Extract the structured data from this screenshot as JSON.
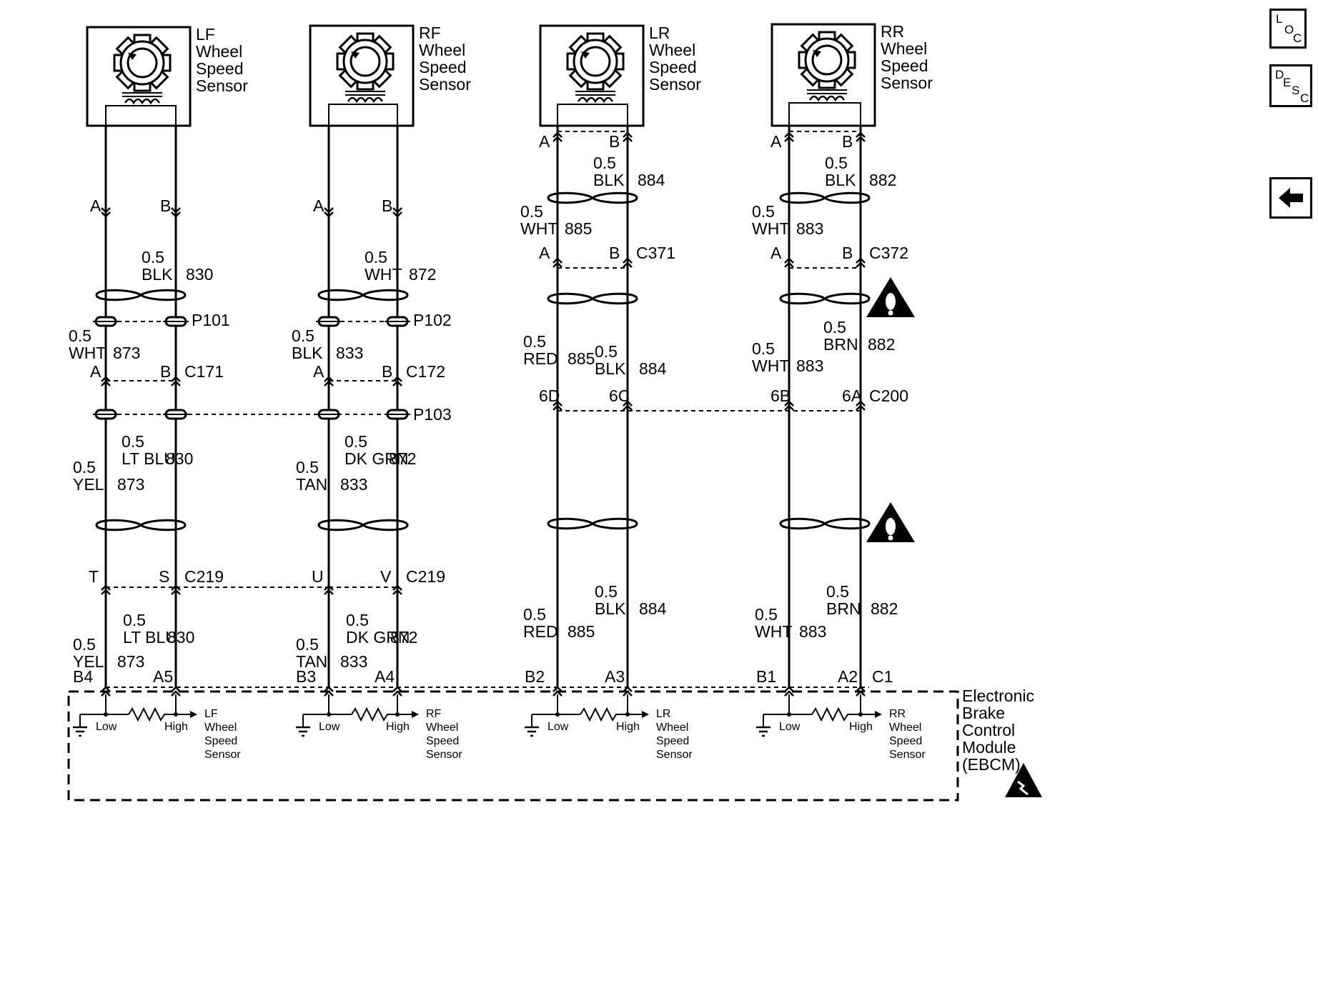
{
  "nav": {
    "loc": [
      "L",
      "O",
      "C"
    ],
    "desc": [
      "D",
      "E",
      "S",
      "C"
    ],
    "back_icon": "left-arrow-icon"
  },
  "sensors": [
    {
      "title": [
        "LF",
        "Wheel",
        "Speed",
        "Sensor"
      ],
      "sensor_pins": [
        "A",
        "B"
      ],
      "sensor_connector": "",
      "pair1": {
        "left": [
          "0.5",
          "BLK",
          "830"
        ],
        "right": []
      },
      "splice": "P101",
      "pair2": {
        "left": [
          "0.5",
          "WHT",
          "873"
        ],
        "right": []
      },
      "conn_a": {
        "left": "A",
        "right": "B",
        "name": "C171"
      },
      "splice2": "P103",
      "pair3": {
        "left": [
          "0.5",
          "LT BLU",
          "830"
        ],
        "right": [
          "0.5",
          "YEL",
          "873"
        ]
      },
      "conn_b": {
        "left": "T",
        "right": "S",
        "name": "C219"
      },
      "pair4": {
        "left": [
          "0.5",
          "LT BLU",
          "830"
        ],
        "right": [
          "0.5",
          "YEL",
          "873"
        ]
      },
      "ebcm_pins": [
        "B4",
        "A5"
      ],
      "module_label": [
        "LF",
        "Wheel",
        "Speed",
        "Sensor"
      ]
    },
    {
      "title": [
        "RF",
        "Wheel",
        "Speed",
        "Sensor"
      ],
      "sensor_pins": [
        "A",
        "B"
      ],
      "sensor_connector": "",
      "pair1": {
        "left": [
          "0.5",
          "WHT",
          "872"
        ],
        "right": []
      },
      "splice": "P102",
      "pair2": {
        "left": [
          "0.5",
          "BLK",
          "833"
        ],
        "right": []
      },
      "conn_a": {
        "left": "A",
        "right": "B",
        "name": "C172"
      },
      "splice2": "P103",
      "pair3": {
        "left": [
          "0.5",
          "DK GRN",
          "872"
        ],
        "right": [
          "0.5",
          "TAN",
          "833"
        ]
      },
      "conn_b": {
        "left": "U",
        "right": "V",
        "name": "C219"
      },
      "pair4": {
        "left": [
          "0.5",
          "DK GRN",
          "872"
        ],
        "right": [
          "0.5",
          "TAN",
          "833"
        ]
      },
      "ebcm_pins": [
        "B3",
        "A4"
      ],
      "module_label": [
        "RF",
        "Wheel",
        "Speed",
        "Sensor"
      ]
    },
    {
      "title": [
        "LR",
        "Wheel",
        "Speed",
        "Sensor"
      ],
      "sensor_pins": [
        "A",
        "B"
      ],
      "pair1": {
        "left": [
          "0.5",
          "BLK",
          "884"
        ],
        "right": [
          "0.5",
          "WHT",
          "885"
        ]
      },
      "conn_a": {
        "left": "A",
        "right": "B",
        "name": "C371"
      },
      "pair2": {
        "left": [
          "0.5",
          "RED",
          "885"
        ],
        "right": [
          "0.5",
          "BLK",
          "884"
        ]
      },
      "conn_b": {
        "left": "6D",
        "right": "6C",
        "name": ""
      },
      "pair4": {
        "left": [
          "0.5",
          "RED",
          "885"
        ],
        "right": [
          "0.5",
          "BLK",
          "884"
        ]
      },
      "ebcm_pins": [
        "B2",
        "A3"
      ],
      "module_label": [
        "LR",
        "Wheel",
        "Speed",
        "Sensor"
      ]
    },
    {
      "title": [
        "RR",
        "Wheel",
        "Speed",
        "Sensor"
      ],
      "sensor_pins": [
        "A",
        "B"
      ],
      "pair1": {
        "left": [
          "0.5",
          "BLK",
          "882"
        ],
        "right": [
          "0.5",
          "WHT",
          "883"
        ]
      },
      "conn_a": {
        "left": "A",
        "right": "B",
        "name": "C372"
      },
      "pair2": {
        "left": [
          "0.5",
          "WHT",
          "883"
        ],
        "right": [
          "0.5",
          "BRN",
          "882"
        ]
      },
      "conn_b": {
        "left": "6B",
        "right": "6A",
        "name": "C200"
      },
      "pair4": {
        "left": [
          "0.5",
          "WHT",
          "883"
        ],
        "right": [
          "0.5",
          "BRN",
          "882"
        ]
      },
      "ebcm_pins": [
        "B1",
        "A2"
      ],
      "extra_pin": "C1",
      "module_label": [
        "RR",
        "Wheel",
        "Speed",
        "Sensor"
      ]
    }
  ],
  "ebcm": {
    "label": [
      "Electronic",
      "Brake",
      "Control",
      "Module",
      "(EBCM)"
    ],
    "low": "Low",
    "high": "High"
  },
  "icons": {
    "warning": "warning-triangle-icon",
    "esd": "esd-warning-icon"
  }
}
